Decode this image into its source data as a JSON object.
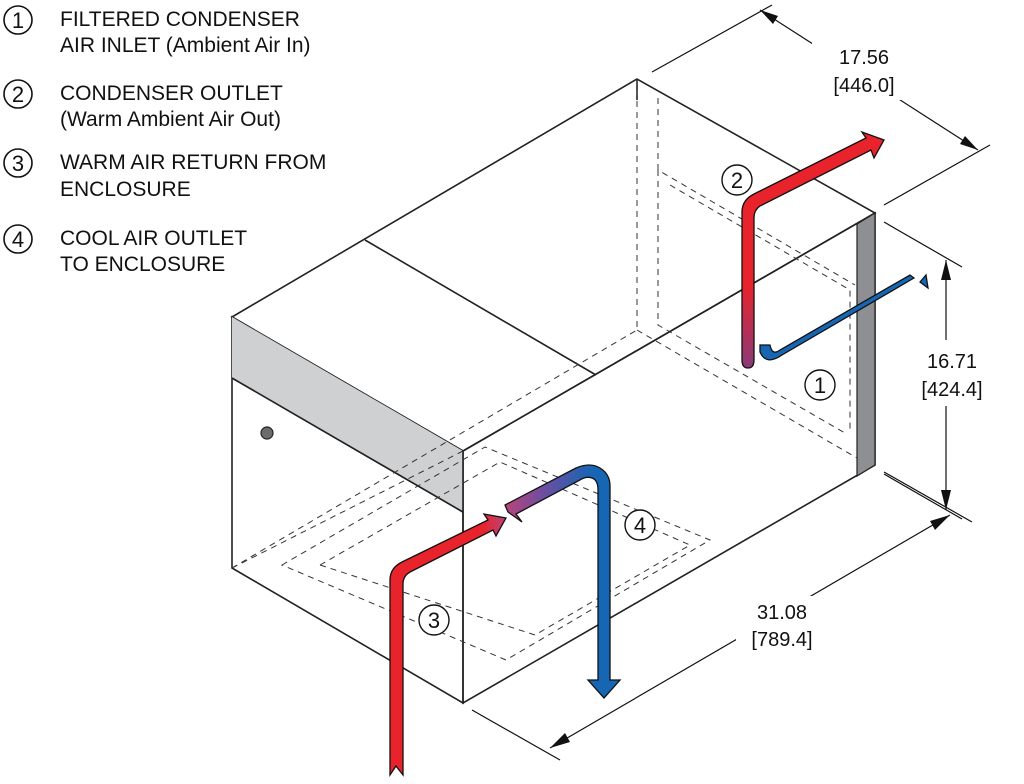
{
  "legend": [
    {
      "number": "1",
      "lines": [
        "FILTERED CONDENSER",
        "AIR INLET (Ambient Air In)"
      ]
    },
    {
      "number": "2",
      "lines": [
        "CONDENSER OUTLET",
        "(Warm Ambient Air Out)"
      ]
    },
    {
      "number": "3",
      "lines": [
        "WARM AIR RETURN FROM",
        "ENCLOSURE"
      ]
    },
    {
      "number": "4",
      "lines": [
        "COOL AIR OUTLET",
        "TO ENCLOSURE"
      ]
    }
  ],
  "dimensions": {
    "depth": {
      "inches": "17.56",
      "mm": "[446.0]"
    },
    "height": {
      "inches": "16.71",
      "mm": "[424.4]"
    },
    "length": {
      "inches": "31.08",
      "mm": "[789.4]"
    }
  },
  "callouts": {
    "one": "1",
    "two": "2",
    "three": "3",
    "four": "4"
  },
  "colors": {
    "warm_air": "#e8232b",
    "cool_air": "#1766b3",
    "housing_top": "#b7b8ba",
    "housing_side": "#9d9ea1",
    "housing_front": "#c7c8ca"
  }
}
